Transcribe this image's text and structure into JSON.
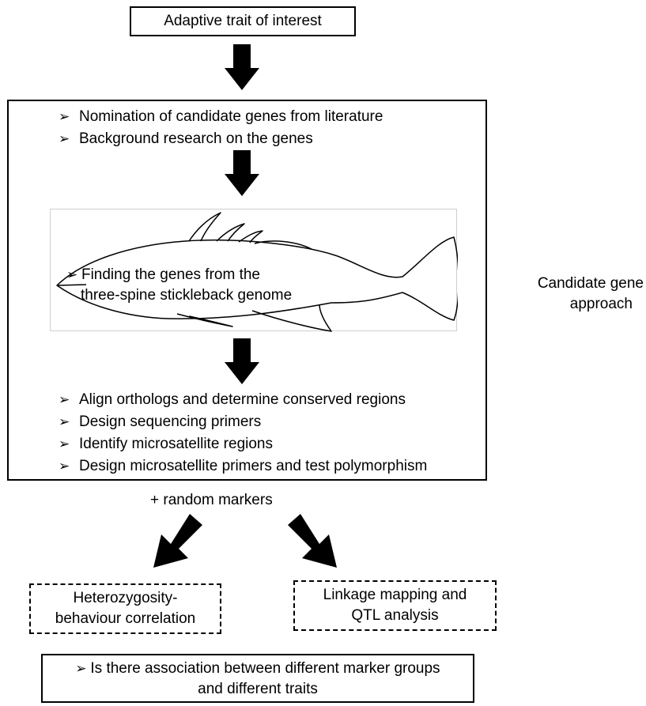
{
  "top_box": {
    "text": "Adaptive trait of interest"
  },
  "main_box": {
    "bullets_top": [
      "Nomination of candidate genes from literature",
      "Background research on the genes"
    ],
    "fish_panel": {
      "line1": "Finding the genes from the",
      "line2": "three-spine stickleback genome"
    },
    "bullets_bottom": [
      "Align orthologs and determine conserved regions",
      "Design sequencing primers",
      "Identify microsatellite regions",
      "Design microsatellite primers and test polymorphism"
    ]
  },
  "side_label": {
    "line1": "Candidate gene",
    "line2": "approach"
  },
  "random_markers": "+ random markers",
  "left_box": {
    "line1": "Heterozygosity-",
    "line2": "behaviour correlation"
  },
  "right_box": {
    "line1": "Linkage mapping and",
    "line2": "QTL analysis"
  },
  "bottom_box": {
    "line1": "Is there association between different marker groups",
    "line2": "and different traits"
  },
  "icons": {
    "bullet": "arrowhead-bullet-icon",
    "arrow": "thick-down-arrow-icon"
  }
}
